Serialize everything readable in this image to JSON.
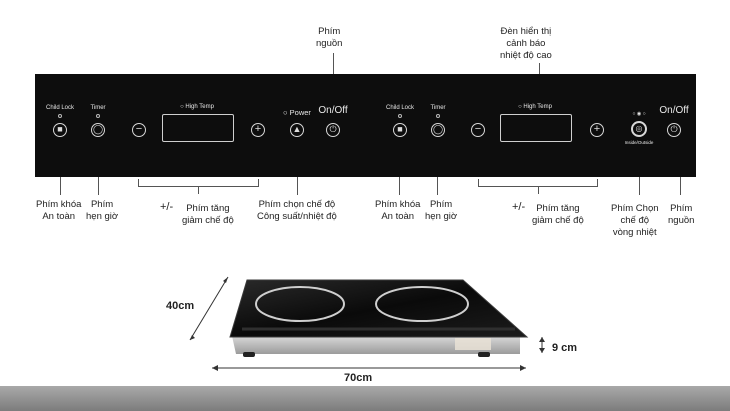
{
  "callouts": {
    "top_power": "Phím\nnguồn",
    "top_warning": "Đèn hiển thị\ncảnh báo\nnhiệt độ cao",
    "child_lock_left": "Phím khóa\nAn toàn",
    "timer_left": "Phím\nhẹn giờ",
    "plusminus_left_sign": "+/-",
    "plusminus_left": "Phím tăng\ngiảm chế độ",
    "mode_select": "Phím chọn chế độ\nCông suất/nhiệt độ",
    "child_lock_right": "Phím khóa\nAn toàn",
    "timer_right": "Phím\nhẹn giờ",
    "plusminus_right_sign": "+/-",
    "plusminus_right": "Phím tăng\ngiảm chế độ",
    "zone_select": "Phím Chọn\nchế độ\nvòng nhiệt",
    "power_right": "Phím\nnguồn"
  },
  "panel": {
    "child_lock_1": "Child Lock",
    "timer_1": "Timer",
    "high_temp_1": "High Temp",
    "power_label": "Power",
    "onoff_1": "On/Off",
    "child_lock_2": "Child Lock",
    "timer_2": "Timer",
    "high_temp_2": "High Temp",
    "inside_outside": "Inside/Outside",
    "onoff_2": "On/Off"
  },
  "dimensions": {
    "depth": "40cm",
    "width": "70cm",
    "height": "9 cm"
  },
  "colors": {
    "panel": "#0d0d0d",
    "glass": "#0a0a0a",
    "ring": "#d0d0d0"
  }
}
